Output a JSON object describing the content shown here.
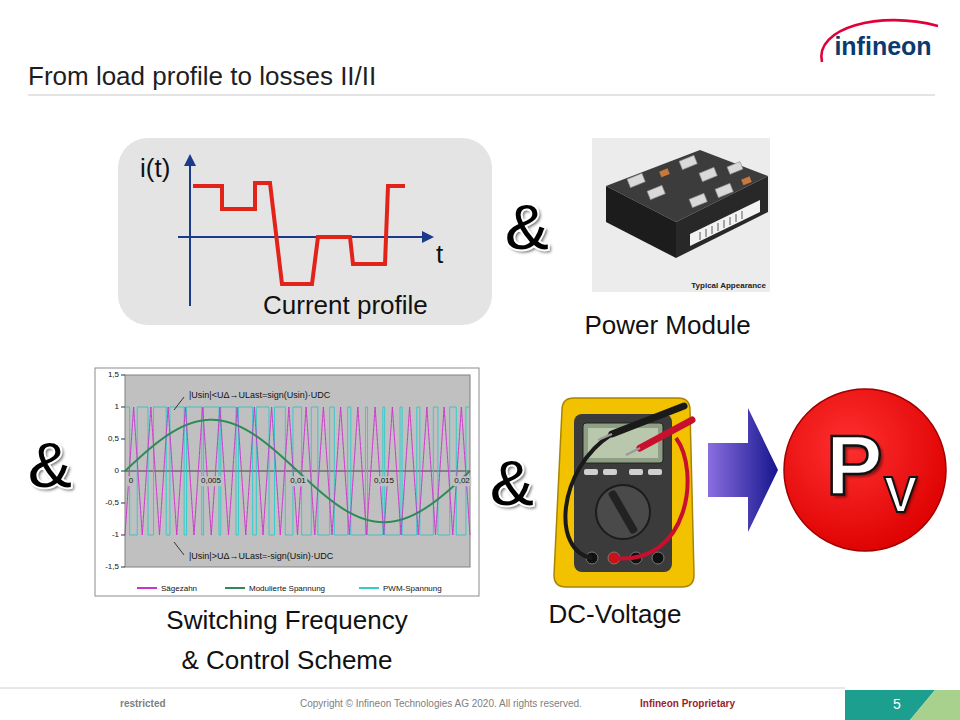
{
  "diagram": {
    "title": "From load profile to losses II/II",
    "nodes": [
      {
        "text": [
          "i(t)",
          "t",
          "Current profile"
        ]
      },
      {
        "text": [
          "Power Module"
        ]
      },
      {
        "text": [
          "Switching Frequency & Control Scheme"
        ]
      },
      {
        "text": [
          "DC-Voltage"
        ]
      },
      {
        "text": [
          "P",
          "V"
        ]
      }
    ],
    "edges": [
      {
        "from": 3,
        "to": 4,
        "arrow": "to"
      }
    ],
    "labels": [
      "infineon",
      "&",
      "&",
      "&",
      "1,5",
      "1",
      "0,5",
      "0",
      "-0,5",
      "-1",
      "-1,5",
      "0",
      "0,005",
      "0,01",
      "0,015",
      "0,02",
      "|Usin|<UΔ→ULast=sign(Usin)·UDC",
      "|Usin|>UΔ→ULast=-sign(Usin)·UDC",
      "Typical Appearance",
      "restricted",
      "Copyright © Infineon Technologies AG 2020. All rights reserved.",
      "Infineon Proprietary",
      "5"
    ],
    "legend": [
      {
        "text": "Sägezahn"
      },
      {
        "text": "Modulierte Spannung"
      },
      {
        "text": "PWM-Spannung"
      }
    ]
  }
}
